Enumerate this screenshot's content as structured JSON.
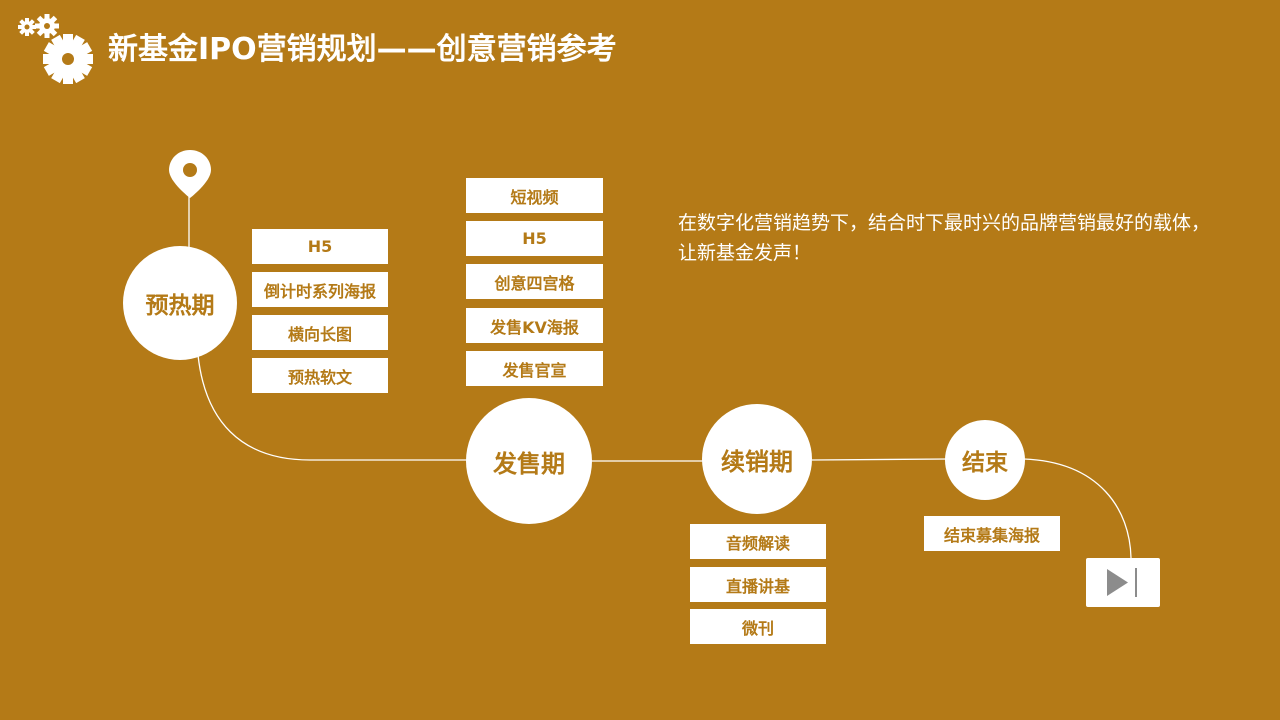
{
  "title": "新基金IPO营销规划——创意营销参考",
  "description": {
    "line1": "在数字化营销趋势下，结合时下最时兴的品牌营销最好的载体，",
    "line2": "让新基金发声！"
  },
  "stages": {
    "preheat": {
      "label": "预热期",
      "items": [
        "H5",
        "倒计时系列海报",
        "横向长图",
        "预热软文"
      ]
    },
    "launch": {
      "label": "发售期",
      "items": [
        "短视频",
        "H5",
        "创意四宫格",
        "发售KV海报",
        "发售官宣"
      ]
    },
    "continue": {
      "label": "续销期",
      "items": [
        "音频解读",
        "直播讲基",
        "微刊"
      ]
    },
    "end": {
      "label": "结束",
      "items": [
        "结束募集海报"
      ]
    }
  },
  "colors": {
    "background": "#B47A17",
    "foreground": "#FFFFFF",
    "play_icon": "#8C8C8C"
  },
  "icons": [
    "gear-icon",
    "location-pin-icon",
    "play-icon"
  ]
}
